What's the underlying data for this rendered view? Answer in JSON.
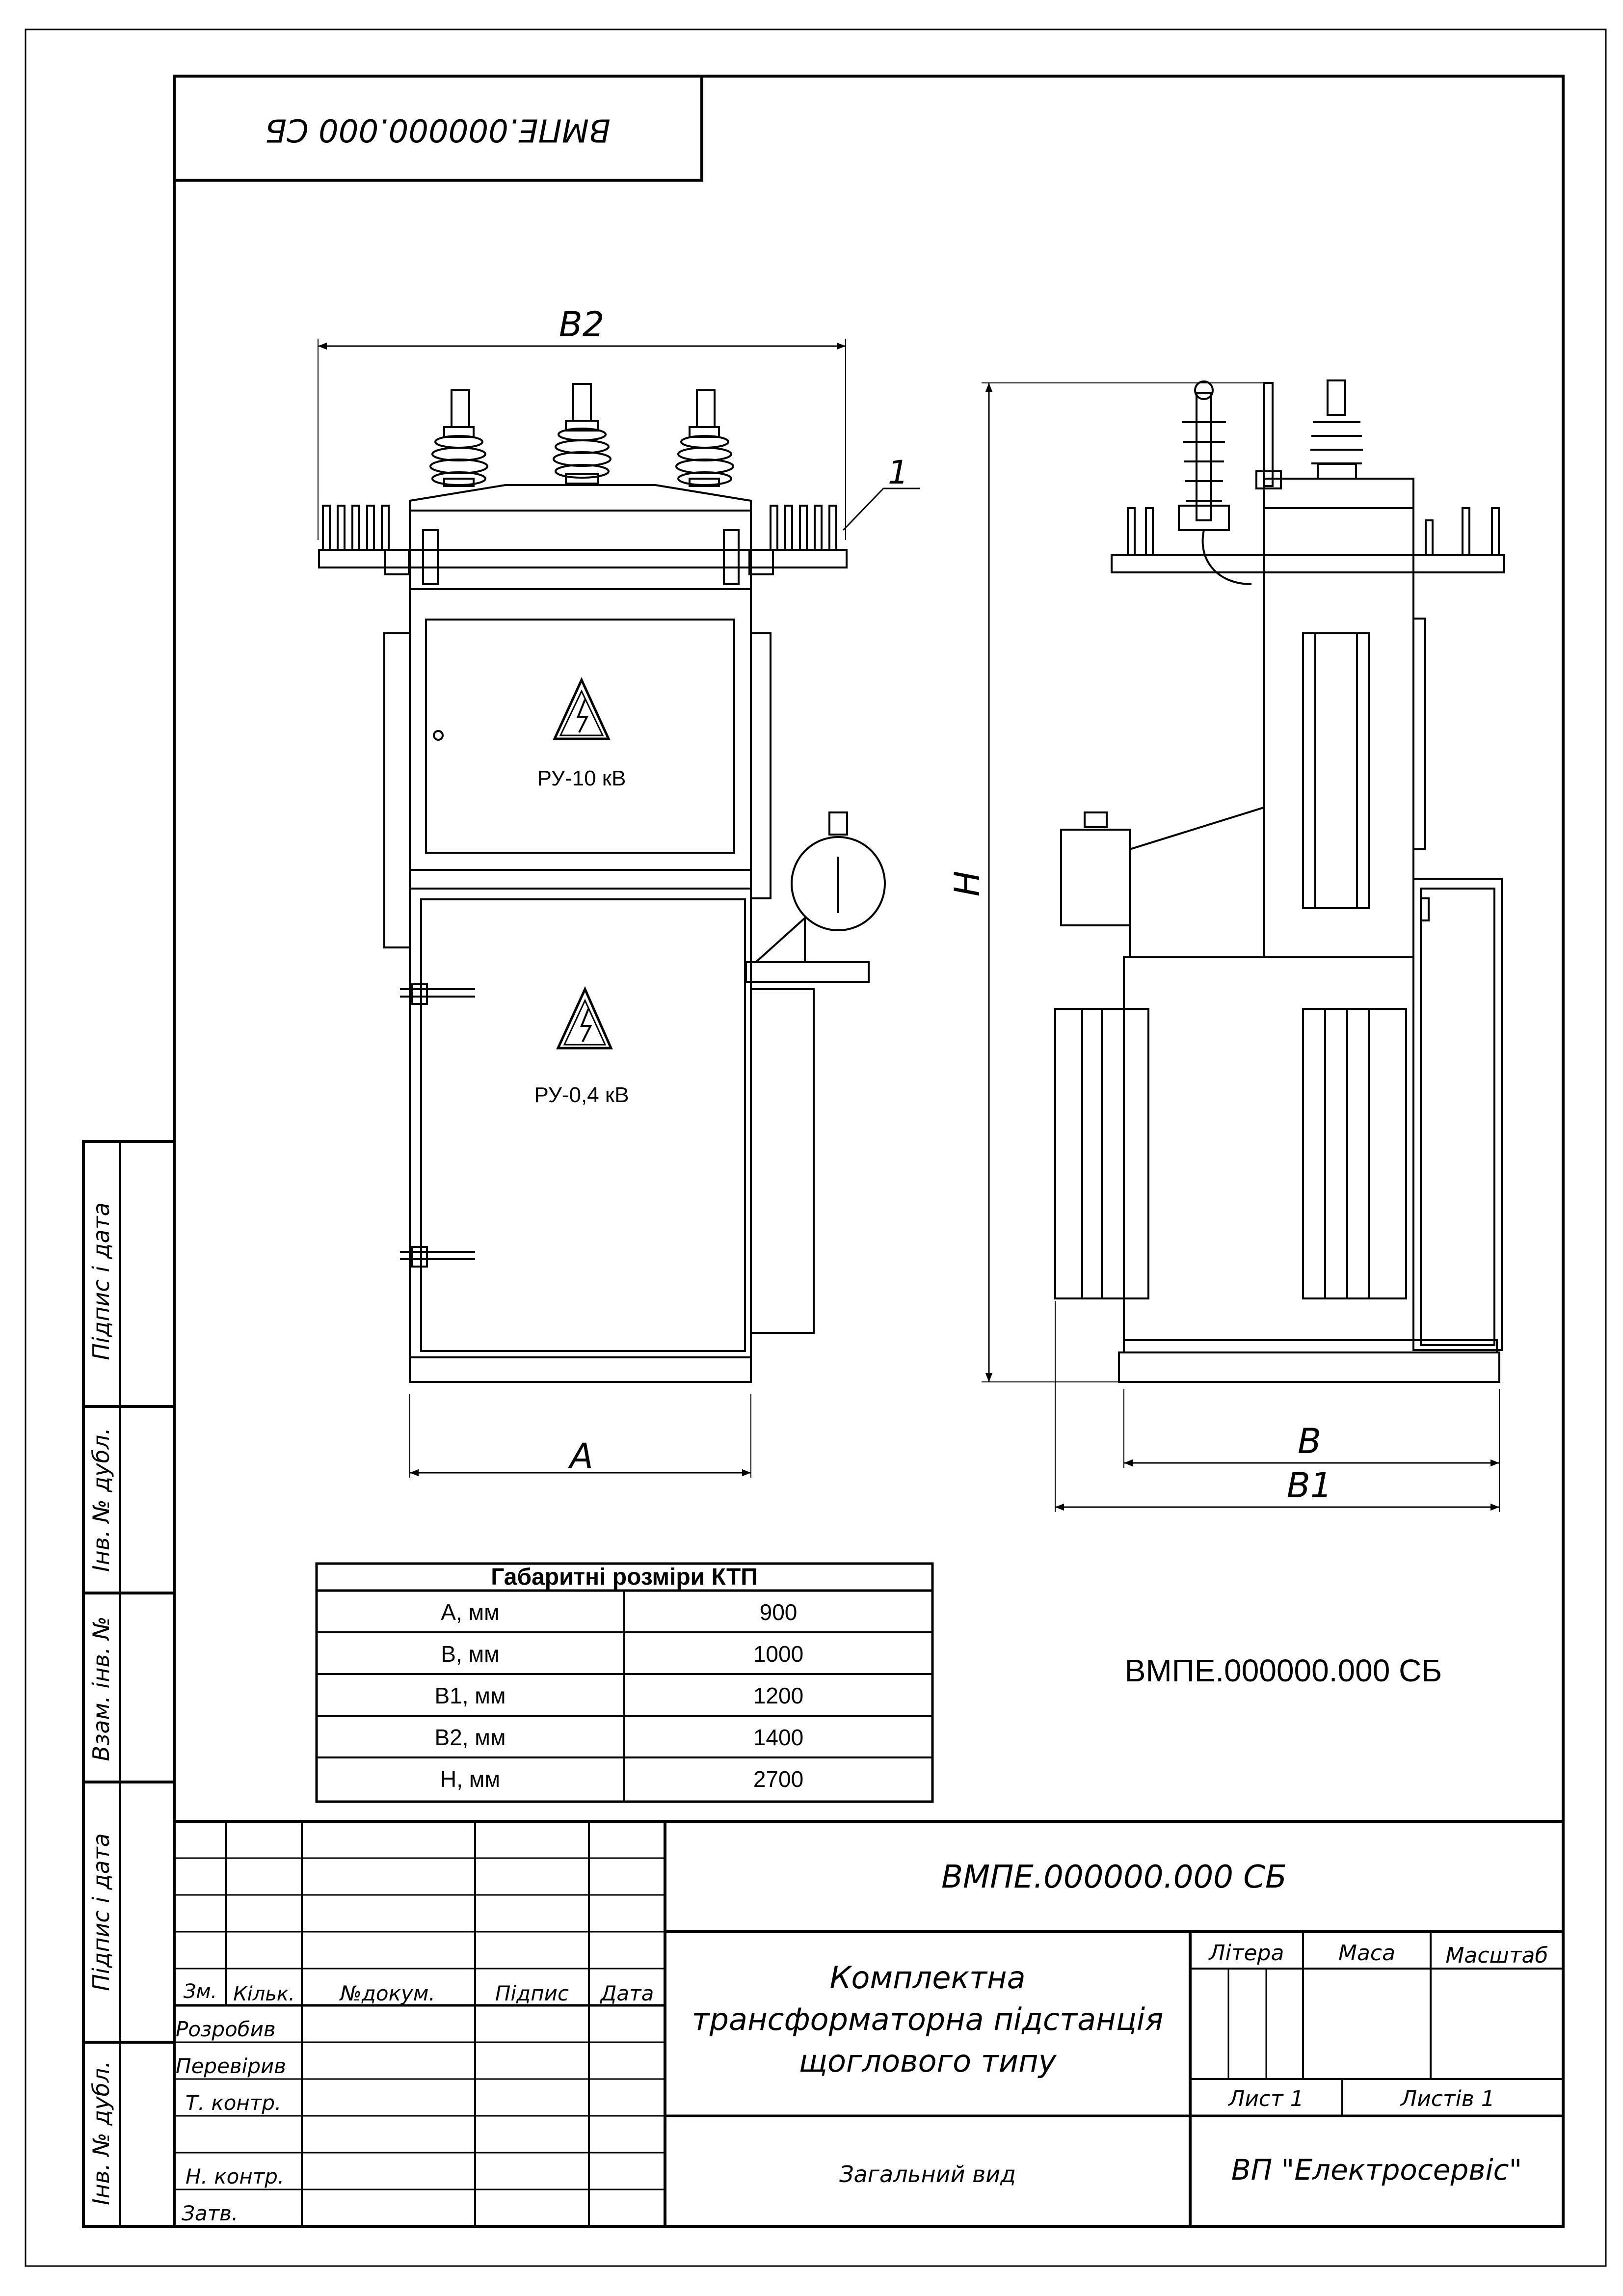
{
  "drawing": {
    "code": "ВМПЕ.000000.000 СБ",
    "code_plain": "ВМПЕ.000000.000 СБ",
    "code_upside_down": "ВМПЕ.000000.000 СБ"
  },
  "front_view": {
    "dim_b2": "B2",
    "dim_a": "A",
    "leader_label": "1",
    "upper_panel_label": "РУ-10 кВ",
    "lower_panel_label": "РУ-0,4 кВ"
  },
  "side_view": {
    "dim_h": "H",
    "dim_b": "B",
    "dim_b1": "B1"
  },
  "dims_table": {
    "title": "Габаритні розміри КТП",
    "rows": [
      {
        "label": "A, мм",
        "value": "900"
      },
      {
        "label": "B, мм",
        "value": "1000"
      },
      {
        "label": "B1, мм",
        "value": "1200"
      },
      {
        "label": "B2, мм",
        "value": "1400"
      },
      {
        "label": "H, мм",
        "value": "2700"
      }
    ]
  },
  "side_stamp": {
    "signature_date_top": "Підпис і дата",
    "dup_inv": "Інв. № дубл.",
    "replaced_inv": "Взам. інв. №",
    "signature_date_bottom": "Підпис і дата",
    "orig_inv": "Інв. № дубл."
  },
  "title_block": {
    "designation": "ВМПЕ.000000.000 СБ",
    "col_change": "Зм.",
    "col_qty": "Кільк.",
    "col_doc": "№докум.",
    "col_sign": "Підпис",
    "col_date": "Дата",
    "role_developed": "Розробив",
    "role_checked": "Перевірив",
    "role_tech": "Т. контр.",
    "role_norm": "Н. контр.",
    "role_approved": "Затв.",
    "name_line1": "Комплектна",
    "name_line2": "трансформаторна підстанція",
    "name_line3": "щоглового типу",
    "doc_type": "Загальний вид",
    "litera": "Літера",
    "mass": "Маса",
    "scale": "Масштаб",
    "sheet": "Лист 1",
    "sheets": "Листів 1",
    "org": "ВП \"Електросервіс\""
  }
}
